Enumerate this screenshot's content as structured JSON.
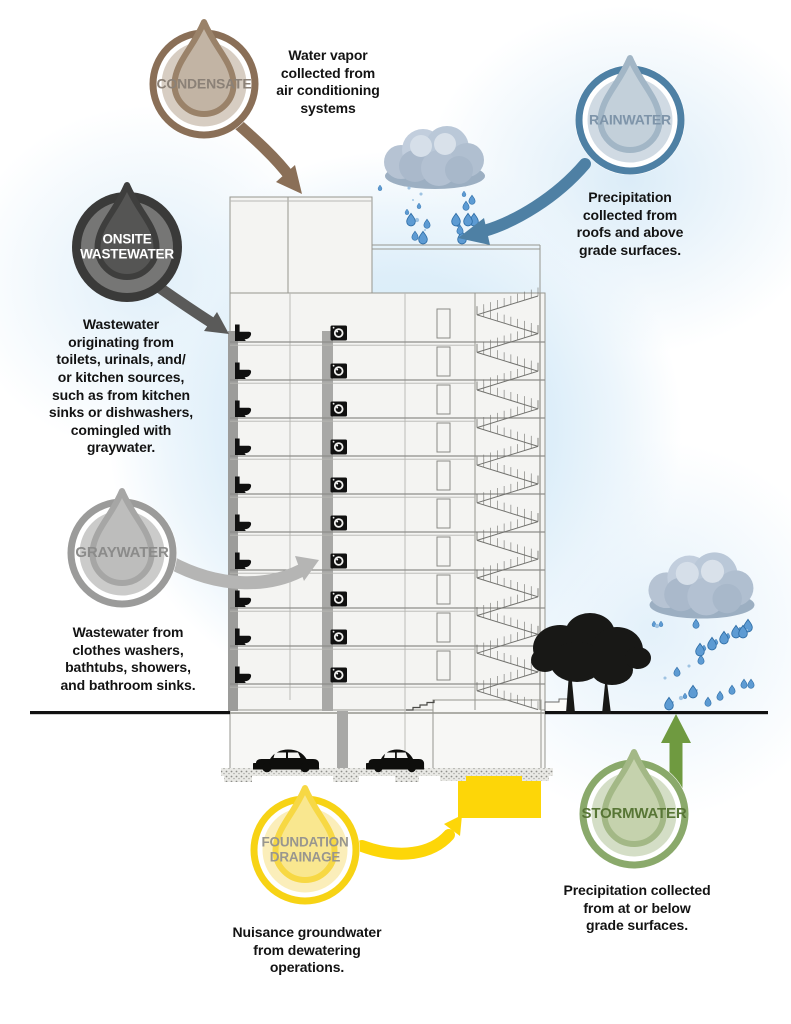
{
  "sources": [
    {
      "name": "condensate",
      "label": "CONDENSATE",
      "description": "Water vapor\ncollected from\nair conditioning\nsystems",
      "colors": {
        "ring": "#8a6f57",
        "inner": "#d7cdc2",
        "dropfill": "#c2b4a4",
        "dropstroke": "#9a8269",
        "label": "#8b8177",
        "arrow": "#8a6f57"
      }
    },
    {
      "name": "rainwater",
      "label": "RAINWATER",
      "description": "Precipitation\ncollected from\nroofs and above\ngrade surfaces.",
      "colors": {
        "ring": "#4e80a4",
        "inner": "#d0dae3",
        "dropfill": "#c3d0da",
        "dropstroke": "#a2b6c6",
        "label": "#7e94a9",
        "arrow": "#4e80a4"
      }
    },
    {
      "name": "onsite-wastewater",
      "label": "ONSITE\nWASTEWATER",
      "description": "Wastewater\noriginating from\ntoilets, urinals, and/\nor kitchen sources,\nsuch as from kitchen\nsinks or dishwashers,\ncomingled with\ngraywater.",
      "colors": {
        "ring": "#3a3a39",
        "inner": "#767675",
        "dropfill": "#555554",
        "dropstroke": "#3e3e3d",
        "label": "#ffffff",
        "arrow": "#5a5a59"
      }
    },
    {
      "name": "graywater",
      "label": "GRAYWATER",
      "description": "Wastewater from\nclothes washers,\nbathtubs, showers,\nand bathroom sinks.",
      "colors": {
        "ring": "#9b9b9a",
        "inner": "#cbcbca",
        "dropfill": "#bdbdbc",
        "dropstroke": "#a6a6a5",
        "label": "#8b8b8a",
        "arrow": "#b5b5b4"
      }
    },
    {
      "name": "foundation-drainage",
      "label": "FOUNDATION\nDRAINAGE",
      "description": "Nuisance groundwater\nfrom dewatering\noperations.",
      "colors": {
        "ring": "#f7d315",
        "inner": "#fbeeba",
        "dropfill": "#f9e78f",
        "dropstroke": "#f7d844",
        "label": "#98968f",
        "arrow": "#fdd608"
      }
    },
    {
      "name": "stormwater",
      "label": "STORMWATER",
      "description": "Precipitation collected\nfrom at or below\ngrade surfaces.",
      "colors": {
        "ring": "#8aa96b",
        "inner": "#d4dec6",
        "dropfill": "#c5d2ad",
        "dropstroke": "#a3b886",
        "label": "#587636",
        "arrow": "#6f9a40"
      }
    }
  ],
  "scene": {
    "foundation_box": "#fdd608"
  }
}
